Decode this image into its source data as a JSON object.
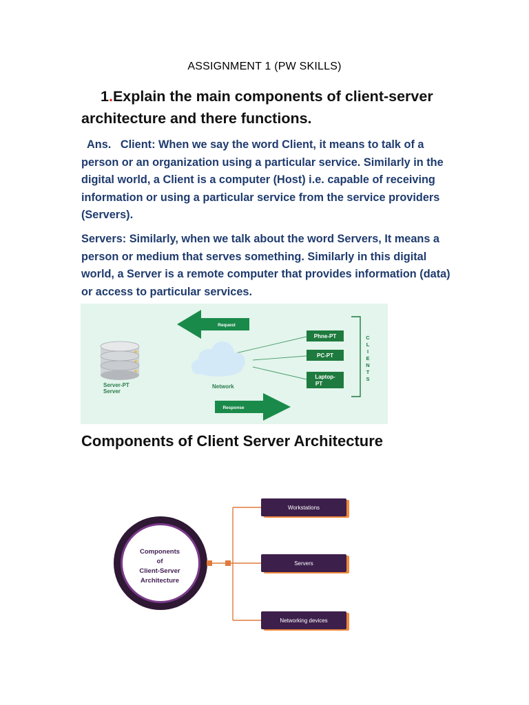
{
  "document": {
    "title": "ASSIGNMENT 1  (PW SKILLS)",
    "question": {
      "number": "1",
      "dot": ".",
      "text": "Explain the main components of client-server architecture and there functions."
    },
    "answer_client": {
      "prefix": "Ans.",
      "text": "Client: When we say the word Client, it means to talk of a person or an organization using a particular service. Similarly in the digital world, a Client is a computer (Host) i.e. capable of receiving information or using a particular service from the service providers (Servers)."
    },
    "answer_server": {
      "text": "Servers: Similarly, when we talk about the word Servers, It means a person or medium that serves something. Similarly in this digital world, a Server is a remote computer that provides information (data) or access to particular services."
    },
    "section_heading": "Components of Client Server Architecture"
  },
  "network_diagram": {
    "request_label": "Request",
    "response_label": "Response",
    "server_label_1": "Server-PT",
    "server_label_2": "Server",
    "network_label": "Network",
    "clients": [
      "Phne-PT",
      "PC-PT",
      "Laptop-",
      "PT"
    ],
    "clients_vertical": [
      "C",
      "L",
      "I",
      "E",
      "N",
      "T",
      "S"
    ],
    "colors": {
      "background": "#e3f5ec",
      "arrow_green": "#1a8a4a",
      "box_green": "#1e7a3e",
      "cloud": "#d4e9f8",
      "label_green": "#2a7a4a"
    }
  },
  "components_diagram": {
    "center_lines": [
      "Components",
      "of",
      "Client-Server",
      "Architecture"
    ],
    "items": [
      "Workstations",
      "Servers",
      "Networking devices"
    ],
    "colors": {
      "ring_outer": "#2e1833",
      "ring_inner": "#7a3a8a",
      "text_purple": "#3f1d52",
      "box": "#3d1f4c",
      "box_shadow": "#f08a3c",
      "connector": "#e07a3a"
    }
  }
}
